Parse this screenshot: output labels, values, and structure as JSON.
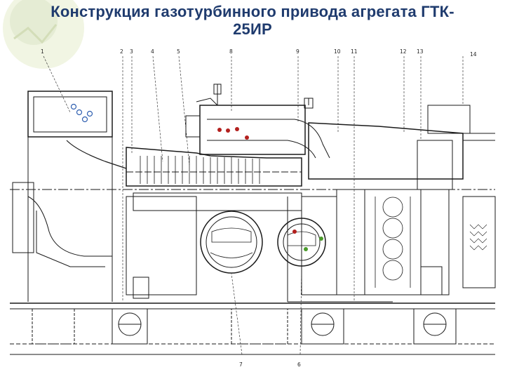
{
  "title": {
    "line1": "Конструкция газотурбинного привода агрегата ГТК-",
    "line2": "25ИР"
  },
  "callouts_top": [
    "1",
    "2",
    "3",
    "4",
    "5",
    "8",
    "9",
    "10",
    "11",
    "12",
    "13",
    "14"
  ],
  "callouts_bottom": [
    "7",
    "6"
  ],
  "colors": {
    "title": "#1f3b6e",
    "line": "#1a1a1a",
    "marker_red": "#b3201e",
    "marker_blue": "#2f5fb0",
    "marker_green": "#4a9a2a",
    "corner_tint": "#dfe8c8"
  }
}
